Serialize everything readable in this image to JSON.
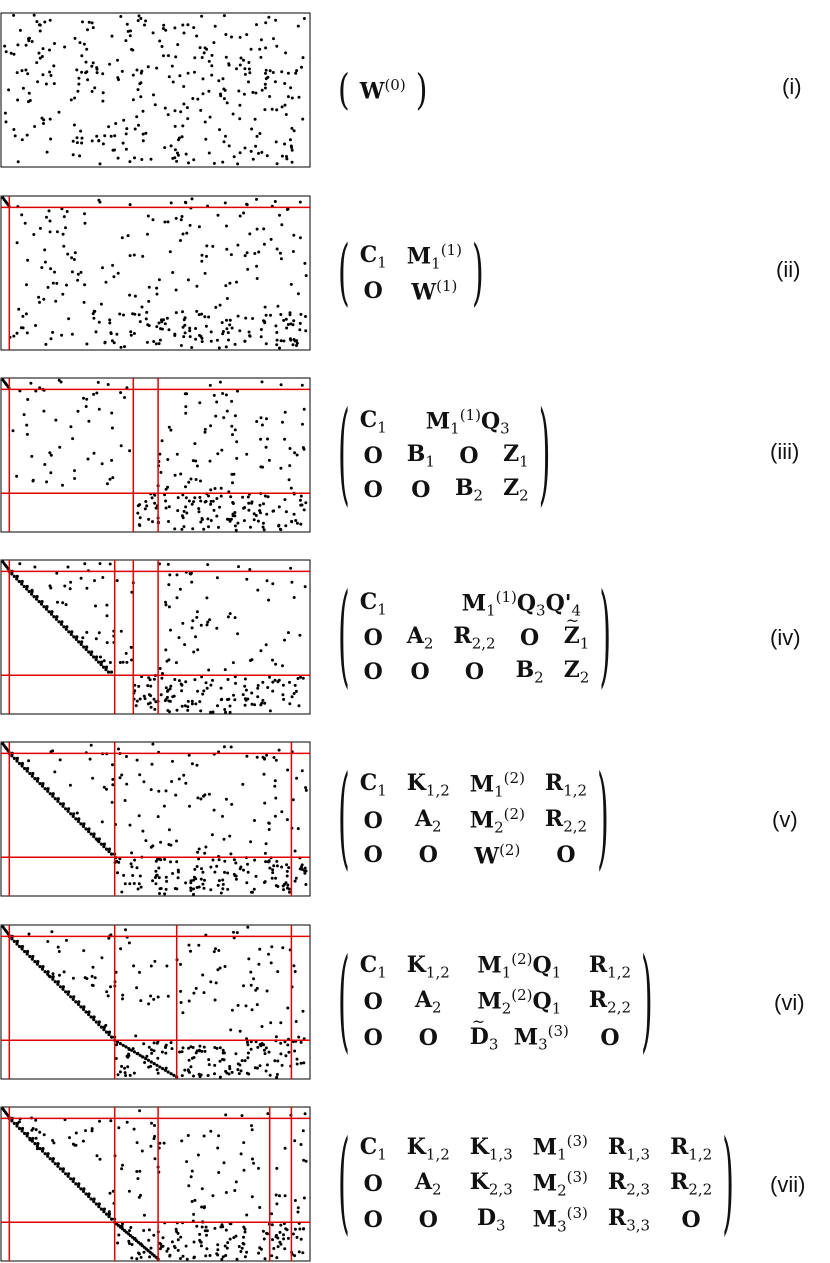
{
  "panels": [
    {
      "tag": "(i)",
      "bracket": "round",
      "rows": [
        [
          "W^{(0)}"
        ]
      ],
      "lines": {
        "v": [],
        "h": []
      },
      "structure": []
    },
    {
      "tag": "(ii)",
      "bracket": "round",
      "rows": [
        [
          "C_{1}",
          "M_{1}^{(1)}"
        ],
        [
          "O",
          "W^{(1)}"
        ]
      ],
      "lines": {
        "v": [
          0.03
        ],
        "h": [
          0.08
        ]
      },
      "structure": [
        "corner"
      ]
    },
    {
      "tag": "(iii)",
      "bracket": "round",
      "rows": [
        [
          "C_{1}",
          "M_{1}^{(1)}Q_{3}",
          "",
          ""
        ],
        [
          "O",
          "B_{1}",
          "O",
          "Z_{1}"
        ],
        [
          "O",
          "O",
          "B_{2}",
          "Z_{2}"
        ]
      ],
      "lines": {
        "v": [
          0.03,
          0.43,
          0.51
        ],
        "h": [
          0.08,
          0.75
        ]
      },
      "structure": [
        "corner"
      ]
    },
    {
      "tag": "(iv)",
      "bracket": "round",
      "rows": [
        [
          "C_{1}",
          "",
          "M_{1}^{(1)}Q_{3}Q'_{4}",
          "",
          ""
        ],
        [
          "O",
          "A_{2}",
          "R_{2,2}",
          "O",
          "~Z_{1}"
        ],
        [
          "O",
          "O",
          "O",
          "B_{2}",
          "Z_{2}"
        ]
      ],
      "lines": {
        "v": [
          0.03,
          0.37,
          0.43,
          0.51
        ],
        "h": [
          0.08,
          0.75
        ]
      },
      "structure": [
        "corner",
        "diag1"
      ]
    },
    {
      "tag": "(v)",
      "bracket": "round",
      "rows": [
        [
          "C_{1}",
          "K_{1,2}",
          "M_{1}^{(2)}",
          "R_{1,2}"
        ],
        [
          "O",
          "A_{2}",
          "M_{2}^{(2)}",
          "R_{2,2}"
        ],
        [
          "O",
          "O",
          "W^{(2)}",
          "O"
        ]
      ],
      "lines": {
        "v": [
          0.03,
          0.37,
          0.94
        ],
        "h": [
          0.08,
          0.75
        ]
      },
      "structure": [
        "corner",
        "diag1"
      ]
    },
    {
      "tag": "(vi)",
      "bracket": "round",
      "rows": [
        [
          "C_{1}",
          "K_{1,2}",
          "M_{1}^{(2)}Q_{1}",
          "R_{1,2}"
        ],
        [
          "O",
          "A_{2}",
          "M_{2}^{(2)}Q_{1}",
          "R_{2,2}"
        ],
        [
          "O",
          "O",
          "~D_{3}  M_{3}^{(3)}",
          "O"
        ]
      ],
      "lines": {
        "v": [
          0.03,
          0.37,
          0.57,
          0.94
        ],
        "h": [
          0.08,
          0.75
        ]
      },
      "structure": [
        "corner",
        "diag1",
        "diag2"
      ]
    },
    {
      "tag": "(vii)",
      "bracket": "round",
      "rows": [
        [
          "C_{1}",
          "K_{1,2}",
          "K_{1,3}",
          "M_{1}^{(3)}",
          "R_{1,3}",
          "R_{1,2}"
        ],
        [
          "O",
          "A_{2}",
          "K_{2,3}",
          "M_{2}^{(3)}",
          "R_{2,3}",
          "R_{2,2}"
        ],
        [
          "O",
          "O",
          "D_{3}",
          "M_{3}^{(3)}",
          "R_{3,3}",
          "O"
        ]
      ],
      "lines": {
        "v": [
          0.03,
          0.37,
          0.51,
          0.87,
          0.94
        ],
        "h": [
          0.08,
          0.75
        ]
      },
      "structure": [
        "corner",
        "diag1",
        "diag2"
      ]
    }
  ]
}
